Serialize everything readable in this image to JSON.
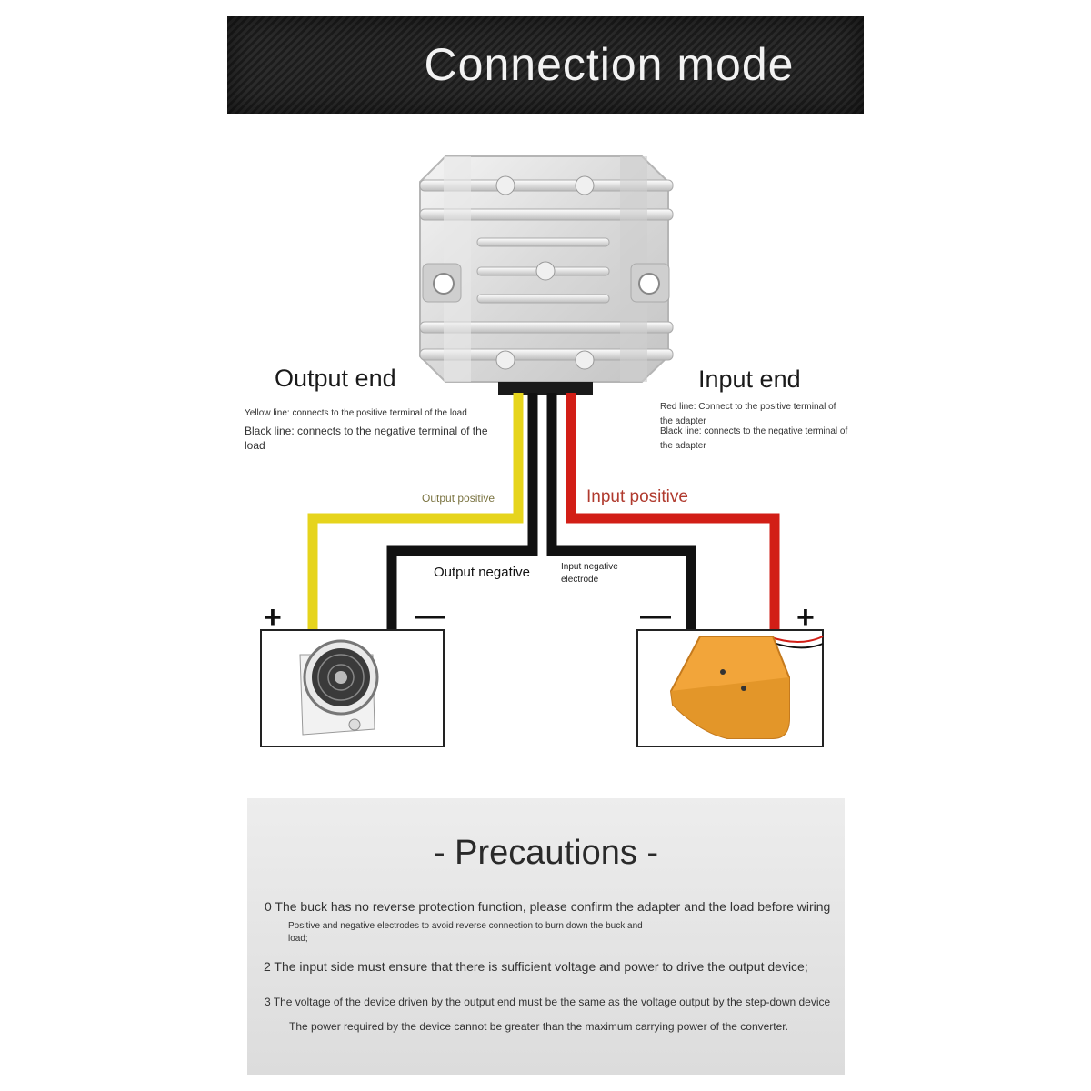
{
  "header": {
    "title": "Connection mode"
  },
  "diagram": {
    "output_end": {
      "title": "Output end",
      "note_yellow": "Yellow line: connects to the positive terminal of the load",
      "note_black": "Black line: connects to the negative terminal of the load"
    },
    "input_end": {
      "title": "Input end",
      "note_red": "Red line: Connect to the positive terminal of the adapter",
      "note_black": "Black line: connects to the negative terminal of the adapter"
    },
    "wires": {
      "output_positive": "Output positive",
      "input_positive": "Input positive",
      "output_negative": "Output negative",
      "input_negative": "Input negative electrode"
    },
    "signs": {
      "plus": "+",
      "minus": "—"
    },
    "colors": {
      "yellow_wire": "#e6d41c",
      "red_wire": "#d21e16",
      "black_wire": "#111111",
      "adapter": "#f2a53a"
    }
  },
  "precautions": {
    "title": "- Precautions -",
    "items": [
      "0 The buck has no reverse protection function, please confirm the adapter and the load before wiring",
      "Positive and negative electrodes to avoid reverse connection to burn down the buck and load;",
      "2 The input side must ensure that there is sufficient voltage and power to drive the output device;",
      "3 The voltage of the device driven by the output end must be the same as the voltage output by the step-down device",
      "The power required by the device cannot be greater than the maximum carrying power of the converter."
    ]
  }
}
